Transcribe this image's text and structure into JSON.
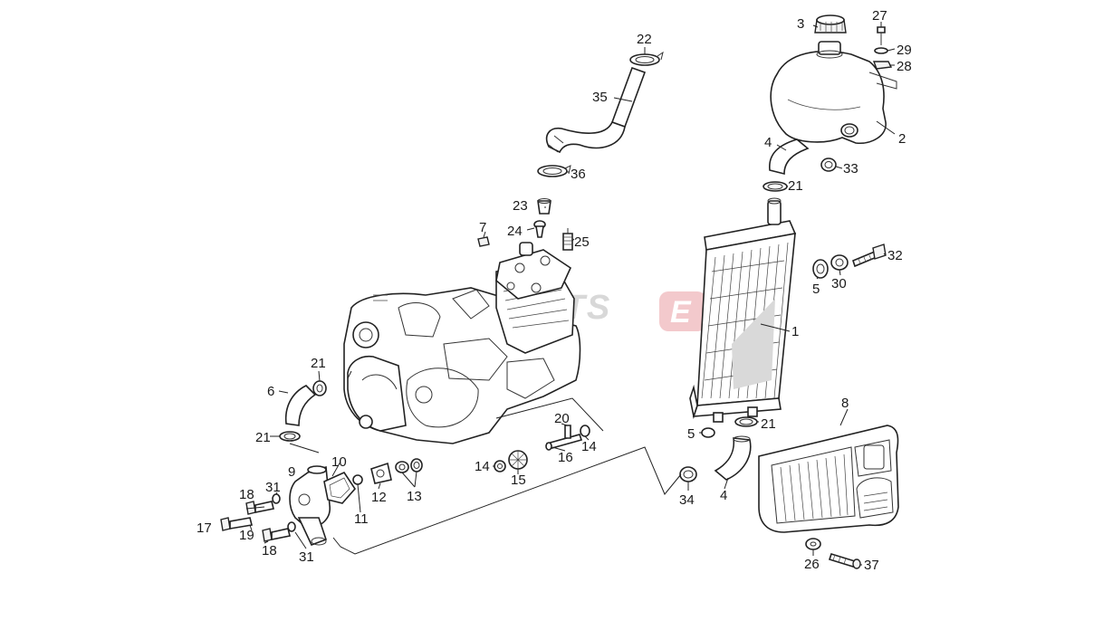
{
  "diagram": {
    "watermark": {
      "text": "PARTS",
      "mark": "E"
    },
    "labels": [
      {
        "id": "p1",
        "text": "1"
      },
      {
        "id": "p2",
        "text": "2"
      },
      {
        "id": "p3",
        "text": "3"
      },
      {
        "id": "p4a",
        "text": "4"
      },
      {
        "id": "p4b",
        "text": "4"
      },
      {
        "id": "p5a",
        "text": "5"
      },
      {
        "id": "p5b",
        "text": "5"
      },
      {
        "id": "p6",
        "text": "6"
      },
      {
        "id": "p7",
        "text": "7"
      },
      {
        "id": "p8",
        "text": "8"
      },
      {
        "id": "p9",
        "text": "9"
      },
      {
        "id": "p10",
        "text": "10"
      },
      {
        "id": "p11",
        "text": "11"
      },
      {
        "id": "p12",
        "text": "12"
      },
      {
        "id": "p13",
        "text": "13"
      },
      {
        "id": "p14a",
        "text": "14"
      },
      {
        "id": "p14b",
        "text": "14"
      },
      {
        "id": "p15",
        "text": "15"
      },
      {
        "id": "p16",
        "text": "16"
      },
      {
        "id": "p17",
        "text": "17"
      },
      {
        "id": "p18a",
        "text": "18"
      },
      {
        "id": "p18b",
        "text": "18"
      },
      {
        "id": "p19",
        "text": "19"
      },
      {
        "id": "p20",
        "text": "20"
      },
      {
        "id": "p21a",
        "text": "21"
      },
      {
        "id": "p21b",
        "text": "21"
      },
      {
        "id": "p21c",
        "text": "21"
      },
      {
        "id": "p21d",
        "text": "21"
      },
      {
        "id": "p22",
        "text": "22"
      },
      {
        "id": "p23",
        "text": "23"
      },
      {
        "id": "p24",
        "text": "24"
      },
      {
        "id": "p25",
        "text": "25"
      },
      {
        "id": "p26",
        "text": "26"
      },
      {
        "id": "p27",
        "text": "27"
      },
      {
        "id": "p28",
        "text": "28"
      },
      {
        "id": "p29",
        "text": "29"
      },
      {
        "id": "p30",
        "text": "30"
      },
      {
        "id": "p31a",
        "text": "31"
      },
      {
        "id": "p31b",
        "text": "31"
      },
      {
        "id": "p32",
        "text": "32"
      },
      {
        "id": "p33",
        "text": "33"
      },
      {
        "id": "p34",
        "text": "34"
      },
      {
        "id": "p35",
        "text": "35"
      },
      {
        "id": "p36",
        "text": "36"
      },
      {
        "id": "p37",
        "text": "37"
      }
    ]
  }
}
